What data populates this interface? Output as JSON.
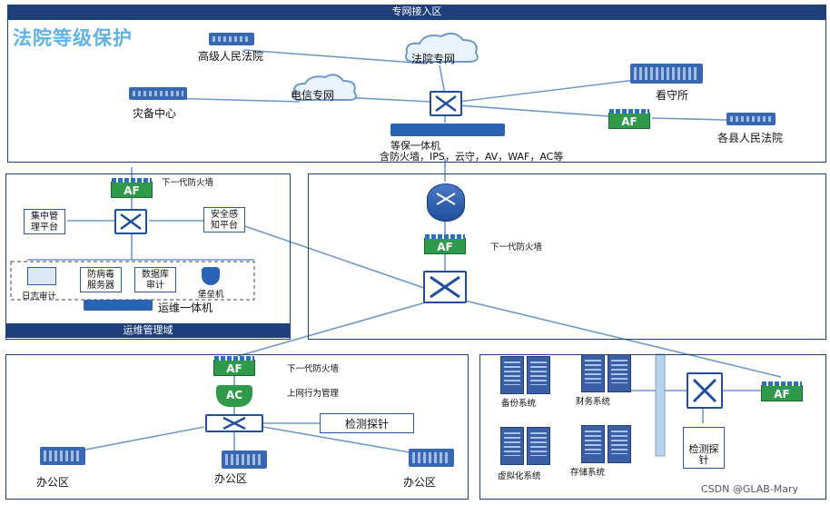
{
  "zones": {
    "top": "专网接入区",
    "ops": "运维管理域",
    "bottom_left": "",
    "bottom_right": ""
  },
  "title": "法院等级保护",
  "nodes": {
    "high_court": "高级人民法院",
    "court_net": "法院专网",
    "telecom_net": "电信专网",
    "disaster_center": "灾备中心",
    "detention": "看守所",
    "county_court": "各县人民法院",
    "dengbao_line1": "等保一体机",
    "dengbao_line2": "含防火墙，IPS，云守，AV，WAF，AC等",
    "fw_ops": "下一代防火墙",
    "central_mgmt_1": "集中管",
    "central_mgmt_2": "理平台",
    "situation_1": "安全感",
    "situation_2": "知平台",
    "log_audit": "日志审计",
    "antivirus_1": "防病毒",
    "antivirus_2": "服务器",
    "db_audit_1": "数据库",
    "db_audit_2": "审计",
    "bastion": "堡垒机",
    "ops_box": "运维一体机",
    "fw_core": "下一代防火墙",
    "fw_office": "下一代防火墙",
    "ac_label": "上网行为管理",
    "probe_office": "检测探针",
    "office1": "办公区",
    "office2": "办公区",
    "office3": "办公区",
    "backup": "备份系统",
    "finance": "财务系统",
    "virtual": "虚拟化系统",
    "storage": "存储系统",
    "probe_dc_1": "检测探",
    "probe_dc_2": "针",
    "watermark": "CSDN @GLAB-Mary"
  },
  "badges": {
    "af": "AF",
    "ac": "AC"
  },
  "colors": {
    "navy": "#1f3f7a",
    "title": "#5fb3e8",
    "af_green": "#2f9a4a",
    "link": "#6f98c8"
  }
}
